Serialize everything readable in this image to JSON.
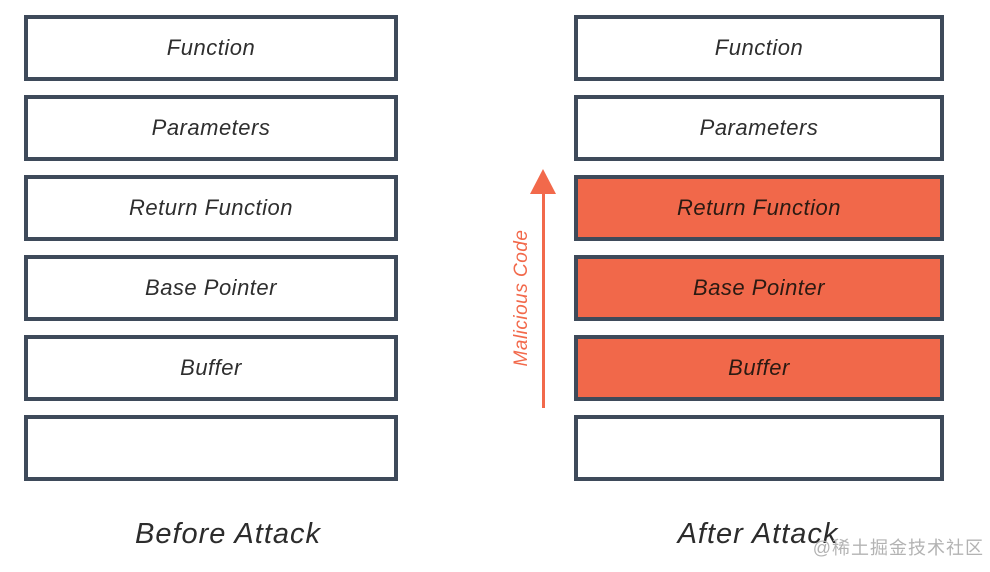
{
  "colors": {
    "border": "#3E4A5A",
    "fill_orange": "#F1684A",
    "box_text": "#2E2E2E",
    "orange_box_text": "#2B1A12",
    "label_text": "#2C2C2C",
    "arrow": "#F2694B",
    "watermark": "#B3B3B3",
    "bg": "#FFFFFF"
  },
  "before": {
    "label": "Before Attack",
    "boxes": [
      {
        "label": "Function",
        "filled": false
      },
      {
        "label": "Parameters",
        "filled": false
      },
      {
        "label": "Return Function",
        "filled": false
      },
      {
        "label": "Base Pointer",
        "filled": false
      },
      {
        "label": "Buffer",
        "filled": false
      },
      {
        "label": "",
        "filled": false
      }
    ]
  },
  "after": {
    "label": "After Attack",
    "boxes": [
      {
        "label": "Function",
        "filled": false
      },
      {
        "label": "Parameters",
        "filled": false
      },
      {
        "label": "Return Function",
        "filled": true
      },
      {
        "label": "Base Pointer",
        "filled": true
      },
      {
        "label": "Buffer",
        "filled": true
      },
      {
        "label": "",
        "filled": false
      }
    ]
  },
  "arrow_label": "Malicious Code",
  "watermark": "@稀土掘金技术社区"
}
